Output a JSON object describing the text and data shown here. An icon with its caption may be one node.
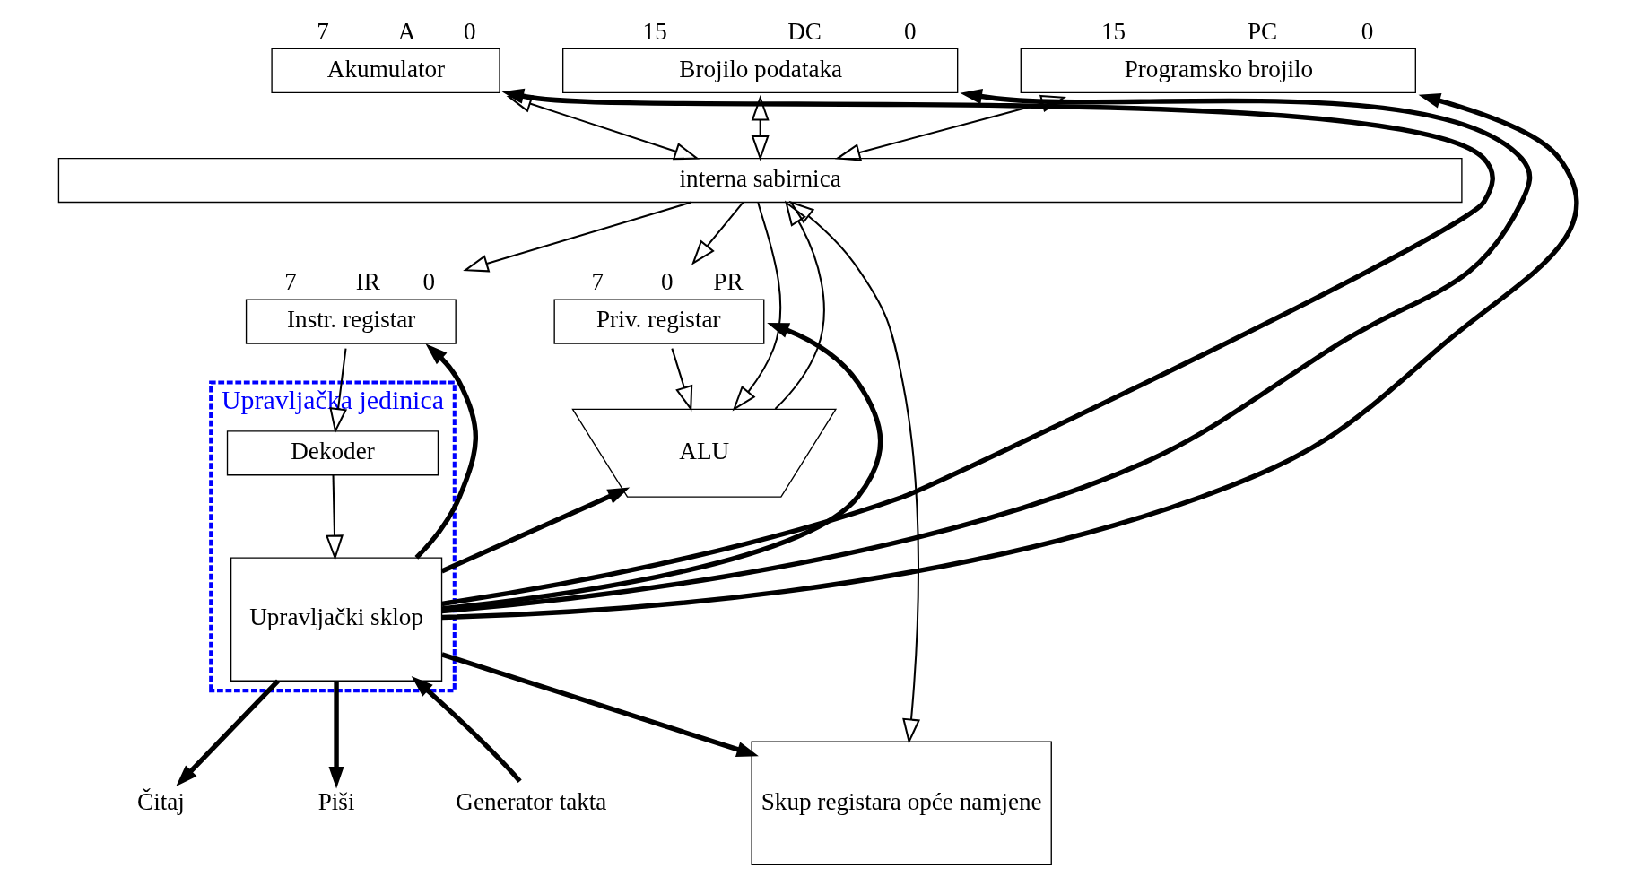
{
  "diagram": {
    "nodes": [
      {
        "text": [
          "Akumulator"
        ],
        "beside": [
          "7",
          "A",
          "0"
        ]
      },
      {
        "text": [
          "Brojilo podataka"
        ],
        "beside": [
          "15",
          "DC",
          "0"
        ]
      },
      {
        "text": [
          "Programsko brojilo"
        ],
        "beside": [
          "15",
          "PC",
          "0"
        ]
      },
      {
        "text": [
          "interna sabirnica"
        ]
      },
      {
        "text": [
          "Instr. registar"
        ],
        "beside": [
          "7",
          "IR",
          "0"
        ]
      },
      {
        "text": [
          "Priv. registar"
        ],
        "beside": [
          "7",
          "0",
          "PR"
        ]
      },
      {
        "text": [
          "Upravljačka jedinica"
        ]
      },
      {
        "text": [
          "Dekoder"
        ],
        "in": 6
      },
      {
        "text": [
          "ALU"
        ]
      },
      {
        "text": [
          "Skup registara opće namjene"
        ]
      },
      {
        "text": [
          "Upravljački sklop"
        ],
        "in": 6
      },
      {
        "text": [
          "Čitaj"
        ]
      },
      {
        "text": [
          "Piši"
        ]
      },
      {
        "text": [
          "Generator takta"
        ]
      }
    ],
    "edges": [
      {
        "from": 0,
        "to": 3,
        "arrow": "both"
      },
      {
        "from": 1,
        "to": 3,
        "arrow": "both"
      },
      {
        "from": 2,
        "to": 3,
        "arrow": "both"
      },
      {
        "from": 3,
        "to": 9,
        "arrow": "both"
      },
      {
        "from": 3,
        "to": 5,
        "arrow": "to"
      },
      {
        "from": 3,
        "to": 8,
        "arrow": "to"
      },
      {
        "from": 8,
        "to": 3,
        "arrow": "to"
      },
      {
        "from": 3,
        "to": 4,
        "arrow": "to"
      },
      {
        "from": 4,
        "to": 7,
        "arrow": "to"
      },
      {
        "from": 7,
        "to": 10,
        "arrow": "to"
      },
      {
        "from": 5,
        "to": 8,
        "arrow": "to"
      },
      {
        "from": 10,
        "to": 0,
        "arrow": "to",
        "style": "thick"
      },
      {
        "from": 10,
        "to": 1,
        "arrow": "to",
        "style": "thick"
      },
      {
        "from": 10,
        "to": 2,
        "arrow": "to",
        "style": "thick"
      },
      {
        "from": 10,
        "to": 4,
        "arrow": "to",
        "style": "thick"
      },
      {
        "from": 10,
        "to": 9,
        "arrow": "to",
        "style": "thick"
      },
      {
        "from": 10,
        "to": 11,
        "arrow": "to",
        "style": "thick"
      },
      {
        "from": 10,
        "to": 12,
        "arrow": "to",
        "style": "thick"
      },
      {
        "from": 10,
        "to": 8,
        "arrow": "to",
        "style": "thick"
      },
      {
        "from": 10,
        "to": 5,
        "arrow": "to",
        "style": "thick"
      },
      {
        "from": 13,
        "to": 10,
        "arrow": "to",
        "style": "thick"
      }
    ]
  }
}
